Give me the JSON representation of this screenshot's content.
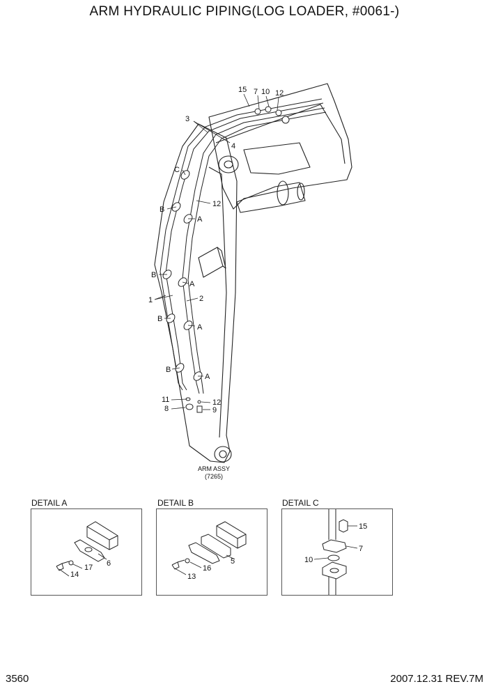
{
  "title": "ARM HYDRAULIC PIPING(LOG LOADER, #0061-)",
  "page_number": "3560",
  "revision": "2007.12.31 REV.7M",
  "assembly_caption": {
    "line1": "ARM ASSY",
    "line2": "(7265)"
  },
  "main_labels": {
    "p15": "15",
    "p7": "7",
    "p10": "10",
    "p12_top": "12",
    "p3": "3",
    "p4": "4",
    "c": "C",
    "b1": "B",
    "p12_mid": "12",
    "a1": "A",
    "b2": "B",
    "a2": "A",
    "p1": "1",
    "p2": "2",
    "b3": "B",
    "a3": "A",
    "b4": "B",
    "a4": "A",
    "p11": "11",
    "p8": "8",
    "p12_bot": "12",
    "p9": "9"
  },
  "details": {
    "a": {
      "title": "DETAIL A",
      "labels": {
        "p6": "6",
        "p17": "17",
        "p14": "14"
      }
    },
    "b": {
      "title": "DETAIL B",
      "labels": {
        "p5": "5",
        "p16": "16",
        "p13": "13"
      }
    },
    "c": {
      "title": "DETAIL C",
      "labels": {
        "p15": "15",
        "p7": "7",
        "p10": "10"
      }
    }
  }
}
